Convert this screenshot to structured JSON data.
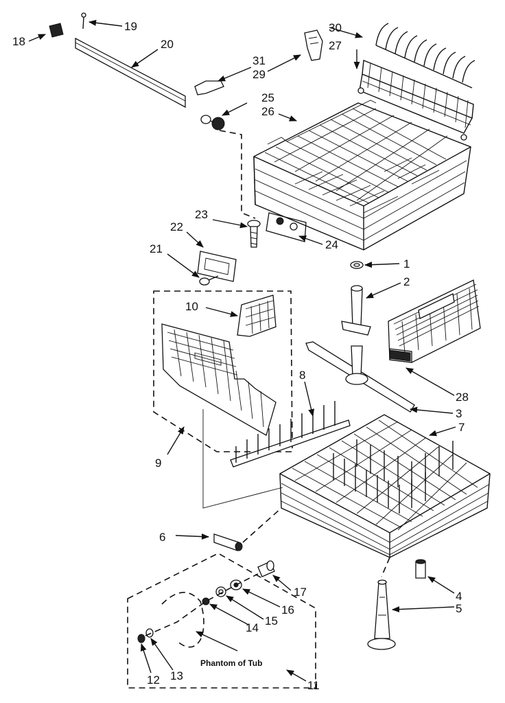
{
  "diagram": {
    "callouts": [
      "1",
      "2",
      "3",
      "4",
      "5",
      "6",
      "7",
      "8",
      "9",
      "10",
      "11",
      "12",
      "13",
      "14",
      "15",
      "16",
      "17",
      "18",
      "19",
      "20",
      "21",
      "22",
      "23",
      "24",
      "25",
      "26",
      "27",
      "28",
      "29",
      "30",
      "31"
    ],
    "note": "Phantom of Tub"
  }
}
